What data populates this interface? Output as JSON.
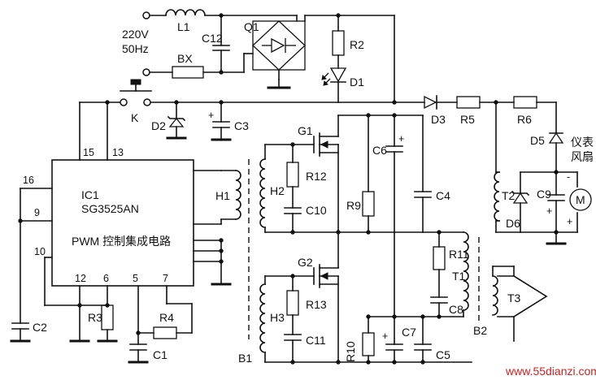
{
  "labels": {
    "ac_voltage": "220V",
    "ac_freq": "50Hz",
    "L1": "L1",
    "C12": "C12",
    "Q1": "Q1",
    "BX": "BX",
    "R2": "R2",
    "D1": "D1",
    "K": "K",
    "D2": "D2",
    "C3": "C3",
    "D3": "D3",
    "R5": "R5",
    "R6": "R6",
    "D5": "D5",
    "meter_fan_1": "仪表",
    "meter_fan_2": "风扇",
    "M": "M",
    "G1": "G1",
    "C6": "C6",
    "R12": "R12",
    "H2": "H2",
    "C10": "C10",
    "R9": "R9",
    "C4": "C4",
    "T2": "T2",
    "C9": "C9",
    "D6": "D6",
    "H1": "H1",
    "R11": "R11",
    "T1": "T1",
    "G2": "G2",
    "R13": "R13",
    "H3": "H3",
    "C8": "C8",
    "C11": "C11",
    "T3": "T3",
    "B2": "B2",
    "B1": "B1",
    "R10": "R10",
    "C7": "C7",
    "C5": "C5",
    "R3": "R3",
    "R4": "R4",
    "C1": "C1",
    "C2": "C2"
  },
  "ic": {
    "ref": "IC1",
    "part": "SG3525AN",
    "desc": "PWM 控制集成电路",
    "pins": {
      "p15": "15",
      "p13": "13",
      "p16": "16",
      "p9": "9",
      "p10": "10",
      "p12": "12",
      "p6": "6",
      "p5": "5",
      "p7": "7"
    }
  },
  "polarity": {
    "plus": "+",
    "minus": "-"
  },
  "watermark": "www.55dianzi.com"
}
